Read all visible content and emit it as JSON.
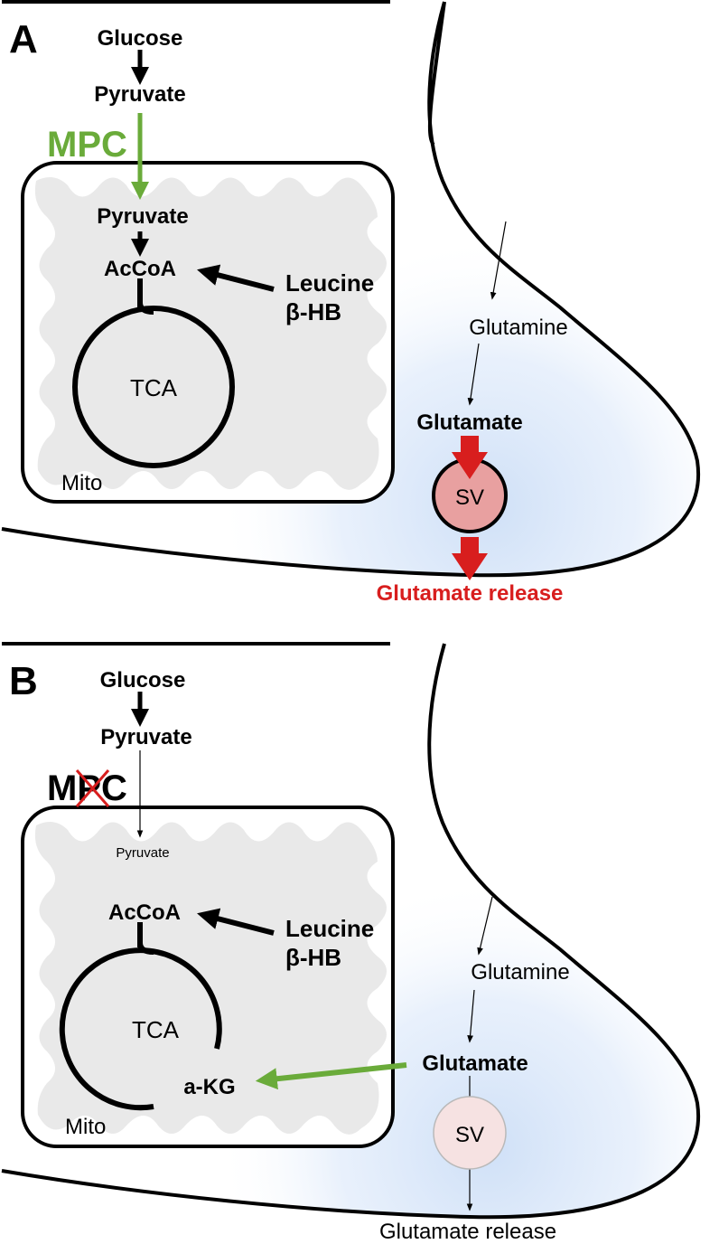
{
  "panels": {
    "a": {
      "label": "A",
      "glucose": "Glucose",
      "pyruvate_cyto": "Pyruvate",
      "mpc": "MPC",
      "pyruvate_mito": "Pyruvate",
      "accoa": "AcCoA",
      "leucine": "Leucine",
      "bhb": "β-HB",
      "tca": "TCA",
      "mito": "Mito",
      "glutamine": "Glutamine",
      "glutamate": "Glutamate",
      "sv": "SV",
      "release": "Glutamate release"
    },
    "b": {
      "label": "B",
      "glucose": "Glucose",
      "pyruvate_cyto": "Pyruvate",
      "mpc": "MPC",
      "pyruvate_mito": "Pyruvate",
      "accoa": "AcCoA",
      "leucine": "Leucine",
      "bhb": "β-HB",
      "tca": "TCA",
      "akg": "a-KG",
      "mito": "Mito",
      "glutamine": "Glutamine",
      "glutamate": "Glutamate",
      "sv": "SV",
      "release": "Glutamate release"
    }
  },
  "colors": {
    "mpc_green": "#6aab3a",
    "release_red": "#d81e1e",
    "sv_fill_a": "#e8a0a0",
    "sv_fill_b": "#f6e2e2",
    "mito_fill": "#e9e9e9",
    "terminal_blue": "#cfe0f7"
  },
  "icons": {
    "mpc_blocked": "red-x-mark"
  }
}
